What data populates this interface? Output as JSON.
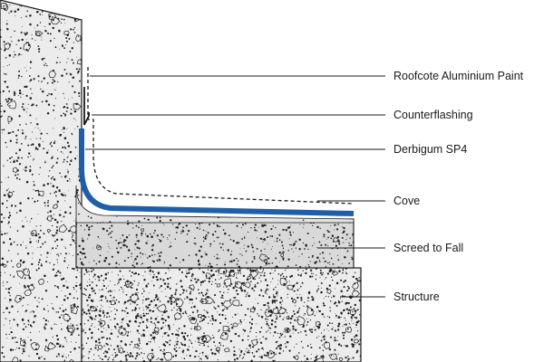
{
  "diagram": {
    "labels": {
      "roofcote": "Roofcote Aluminium Paint",
      "counterflashing": "Counterflashing",
      "derbigum": "Derbigum SP4",
      "cove": "Cove",
      "screed": "Screed to Fall",
      "structure": "Structure"
    },
    "colors": {
      "membrane": "#1f5fa8",
      "concrete_fill": "#e6e6e6",
      "outline": "#1a1a1a",
      "speckle": "#222222"
    }
  }
}
